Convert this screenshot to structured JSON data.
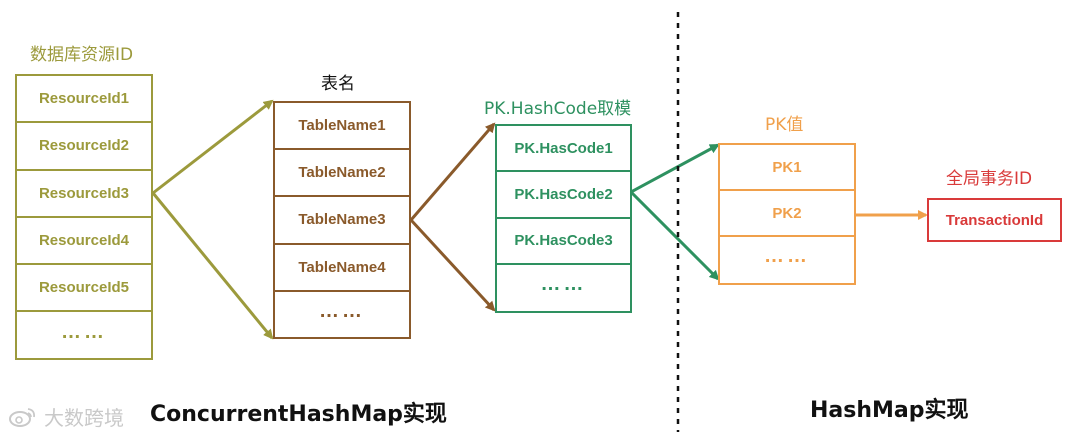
{
  "colors": {
    "resource": "#9c9a3c",
    "table": "#8a5a2b",
    "hash": "#2e9160",
    "pk": "#f0a04b",
    "transaction": "#d93a3a",
    "divider": "#111111"
  },
  "columns": {
    "resource": {
      "title": "数据库资源ID",
      "items": [
        "ResourceId1",
        "ResourceId2",
        "ResourceId3",
        "ResourceId4",
        "ResourceId5",
        "……"
      ]
    },
    "table": {
      "title": "表名",
      "items": [
        "TableName1",
        "TableName2",
        "TableName3",
        "TableName4",
        "……"
      ]
    },
    "hash": {
      "title": "PK.HashCode取模",
      "items": [
        "PK.HasCode1",
        "PK.HasCode2",
        "PK.HasCode3",
        "……"
      ]
    },
    "pk": {
      "title": "PK值",
      "items": [
        "PK1",
        "PK2",
        "……"
      ]
    },
    "transaction": {
      "title": "全局事务ID",
      "items": [
        "TransactionId"
      ]
    }
  },
  "labels": {
    "left": "ConcurrentHashMap实现",
    "right": "HashMap实现"
  },
  "watermark": {
    "text": "大数跨境"
  }
}
